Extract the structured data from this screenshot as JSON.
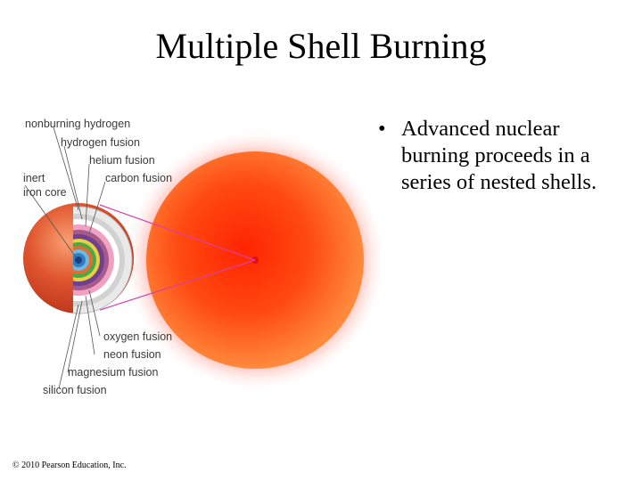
{
  "slide": {
    "title": "Multiple Shell Burning",
    "bullet_symbol": "•",
    "bullet_text": "Advanced nuclear burning proceeds in a series of nested shells.",
    "copyright": "© 2010 Pearson Education, Inc."
  },
  "diagram": {
    "labels": {
      "nonburning_hydrogen": "nonburning hydrogen",
      "hydrogen_fusion": "hydrogen fusion",
      "helium_fusion": "helium fusion",
      "carbon_fusion": "carbon fusion",
      "inert": "inert",
      "iron_core": "iron core",
      "oxygen_fusion": "oxygen fusion",
      "neon_fusion": "neon fusion",
      "magnesium_fusion": "magnesium fusion",
      "silicon_fusion": "silicon fusion"
    },
    "colors": {
      "star_core": "#ff2b00",
      "star_edge": "#ff7a2a",
      "glow": "#ffc2c2",
      "pointer_line": "#d640a8",
      "center_dot": "#e01010"
    }
  }
}
